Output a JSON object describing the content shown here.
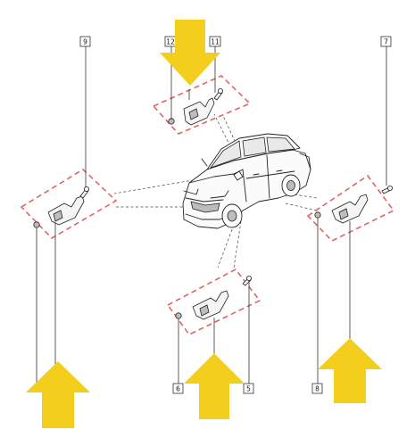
{
  "diagram": {
    "callouts": [
      "12",
      "11",
      "9",
      "7",
      "6",
      "5",
      "8"
    ],
    "colors": {
      "frame_dashed": "#e06565",
      "arrow": "#f3ce1d",
      "line": "#222222",
      "callout_border": "#333333"
    },
    "icons": [
      "yellow-down-arrow",
      "yellow-up-arrow"
    ]
  }
}
